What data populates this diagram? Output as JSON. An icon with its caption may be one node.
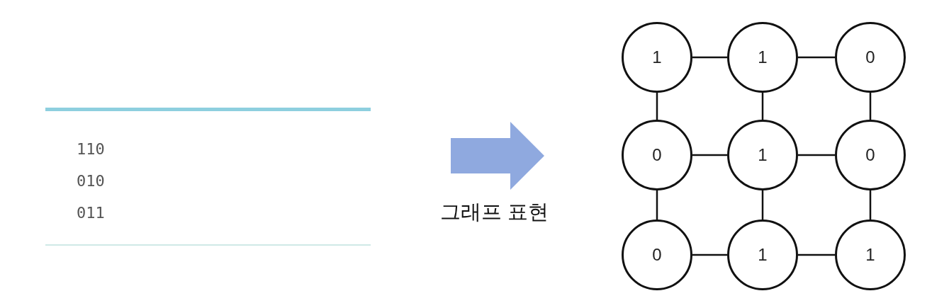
{
  "diagram": {
    "nodes": [
      {
        "text": [
          "110",
          "010",
          "011"
        ]
      },
      {
        "text": [
          "1"
        ]
      },
      {
        "text": [
          "1"
        ]
      },
      {
        "text": [
          "0"
        ]
      },
      {
        "text": [
          "0"
        ]
      },
      {
        "text": [
          "1"
        ]
      },
      {
        "text": [
          "0"
        ]
      },
      {
        "text": [
          "0"
        ]
      },
      {
        "text": [
          "1"
        ]
      },
      {
        "text": [
          "1"
        ]
      }
    ],
    "edges": [
      {
        "from": 1,
        "to": 2,
        "arrow": "none"
      },
      {
        "from": 2,
        "to": 3,
        "arrow": "none"
      },
      {
        "from": 4,
        "to": 5,
        "arrow": "none"
      },
      {
        "from": 5,
        "to": 6,
        "arrow": "none"
      },
      {
        "from": 7,
        "to": 8,
        "arrow": "none"
      },
      {
        "from": 8,
        "to": 9,
        "arrow": "none"
      },
      {
        "from": 1,
        "to": 4,
        "arrow": "none"
      },
      {
        "from": 4,
        "to": 7,
        "arrow": "none"
      },
      {
        "from": 2,
        "to": 5,
        "arrow": "none"
      },
      {
        "from": 5,
        "to": 8,
        "arrow": "none"
      },
      {
        "from": 3,
        "to": 6,
        "arrow": "none"
      },
      {
        "from": 6,
        "to": 9,
        "arrow": "none"
      }
    ],
    "labels": [
      "그래프 표현"
    ]
  }
}
